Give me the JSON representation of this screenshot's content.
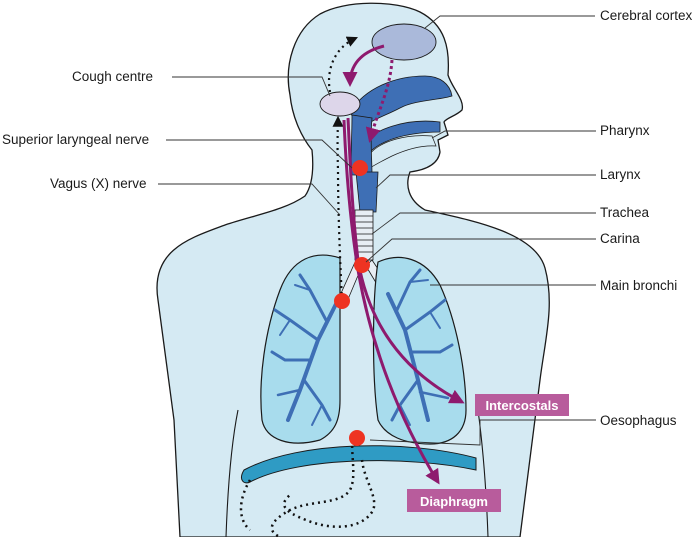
{
  "labels": {
    "cerebral_cortex": "Cerebral cortex",
    "cough_centre": "Cough centre",
    "superior_laryngeal_nerve": "Superior laryngeal nerve",
    "vagus_nerve": "Vagus (X) nerve",
    "pharynx": "Pharynx",
    "larynx": "Larynx",
    "trachea": "Trachea",
    "carina": "Carina",
    "main_bronchi": "Main bronchi",
    "oesophagus": "Oesophagus",
    "intercostals": "Intercostals",
    "diaphragm": "Diaphragm"
  },
  "colors": {
    "skin": "#d5eaf3",
    "outline": "#1a1a1a",
    "lung": "#a8dced",
    "airway": "#3e6fb5",
    "efferent": "#8e1a6e",
    "receptor": "#ee3322",
    "label_box": "#b85c9c",
    "cortex": "#aab9da",
    "cough_centre": "#ddd6ea",
    "diaphragm": "#2f9bc4"
  }
}
